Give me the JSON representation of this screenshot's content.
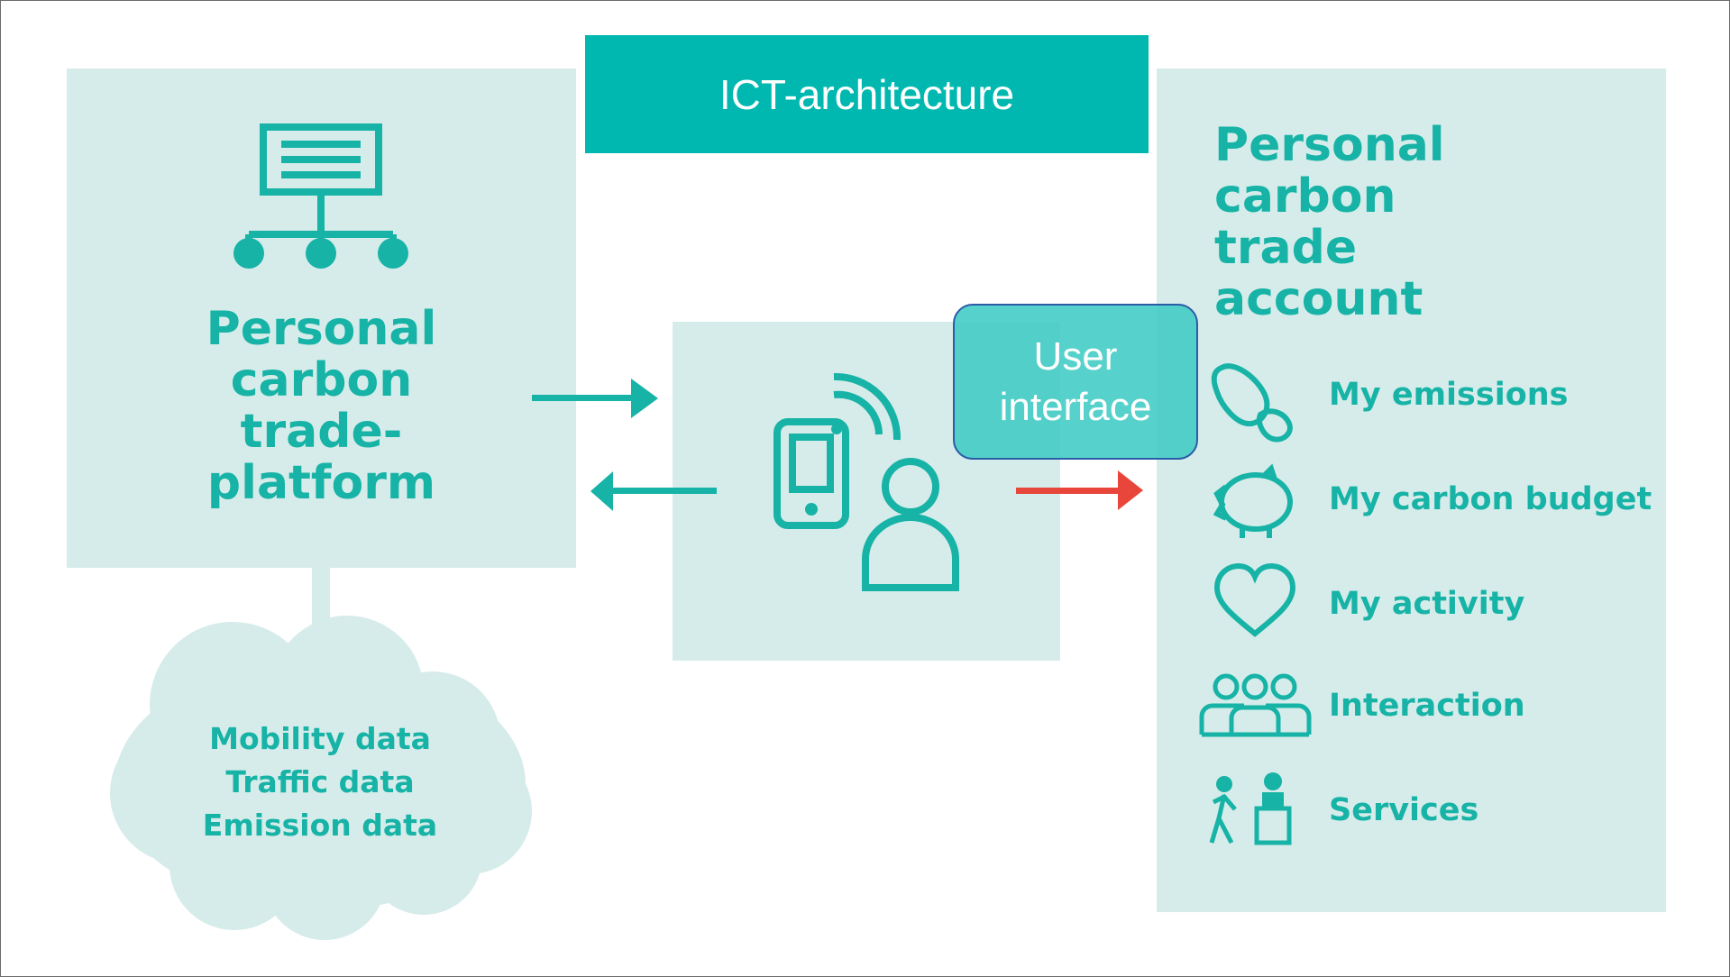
{
  "header": {
    "title": "ICT-architecture"
  },
  "platform": {
    "title_lines": [
      "Personal",
      "carbon",
      "trade-",
      "platform"
    ]
  },
  "cloud": {
    "lines": [
      "Mobility data",
      "Traffic data",
      "Emission data"
    ]
  },
  "user_interface": {
    "lines": [
      "User",
      "interface"
    ]
  },
  "account": {
    "title_lines": [
      "Personal",
      "carbon",
      "trade",
      "account"
    ],
    "items": [
      {
        "label": "My emissions",
        "icon": "footprint-icon"
      },
      {
        "label": "My carbon budget",
        "icon": "piggy-bank-icon"
      },
      {
        "label": "My activity",
        "icon": "heart-icon"
      },
      {
        "label": "Interaction",
        "icon": "group-icon"
      },
      {
        "label": "Services",
        "icon": "services-icon"
      }
    ]
  },
  "colors": {
    "teal": "#16b3a6",
    "panel": "#d6ecea",
    "header": "#00b8b0",
    "arrow_red": "#e8463a",
    "ui_border": "#2a5ca8"
  }
}
